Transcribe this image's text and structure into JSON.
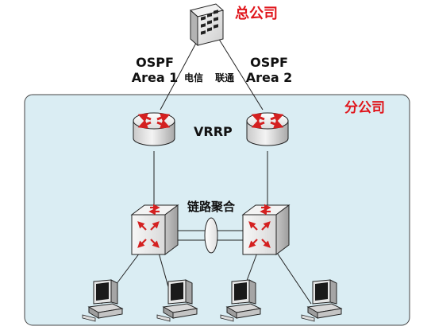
{
  "headquarters": {
    "label": "总公司"
  },
  "branch": {
    "label": "分公司"
  },
  "links": {
    "left": {
      "protocol": "OSPF",
      "area": "Area 1",
      "carrier": "电信"
    },
    "right": {
      "protocol": "OSPF",
      "area": "Area 2",
      "carrier": "联通"
    }
  },
  "redundancy": {
    "label": "VRRP"
  },
  "aggregation": {
    "label": "链路聚合"
  },
  "devices": {
    "server": {
      "icon": "server-icon"
    },
    "routers": [
      {
        "icon": "router-icon"
      },
      {
        "icon": "router-icon"
      }
    ],
    "switches": [
      {
        "icon": "switch-icon"
      },
      {
        "icon": "switch-icon"
      }
    ],
    "workstations": [
      {
        "icon": "workstation-icon"
      },
      {
        "icon": "workstation-icon"
      },
      {
        "icon": "workstation-icon"
      },
      {
        "icon": "workstation-icon"
      }
    ]
  },
  "colors": {
    "highlight_text": "#e0151b",
    "branch_fill": "#daedf3",
    "branch_border": "#444444",
    "arrow": "#d42020",
    "line": "#222222"
  }
}
